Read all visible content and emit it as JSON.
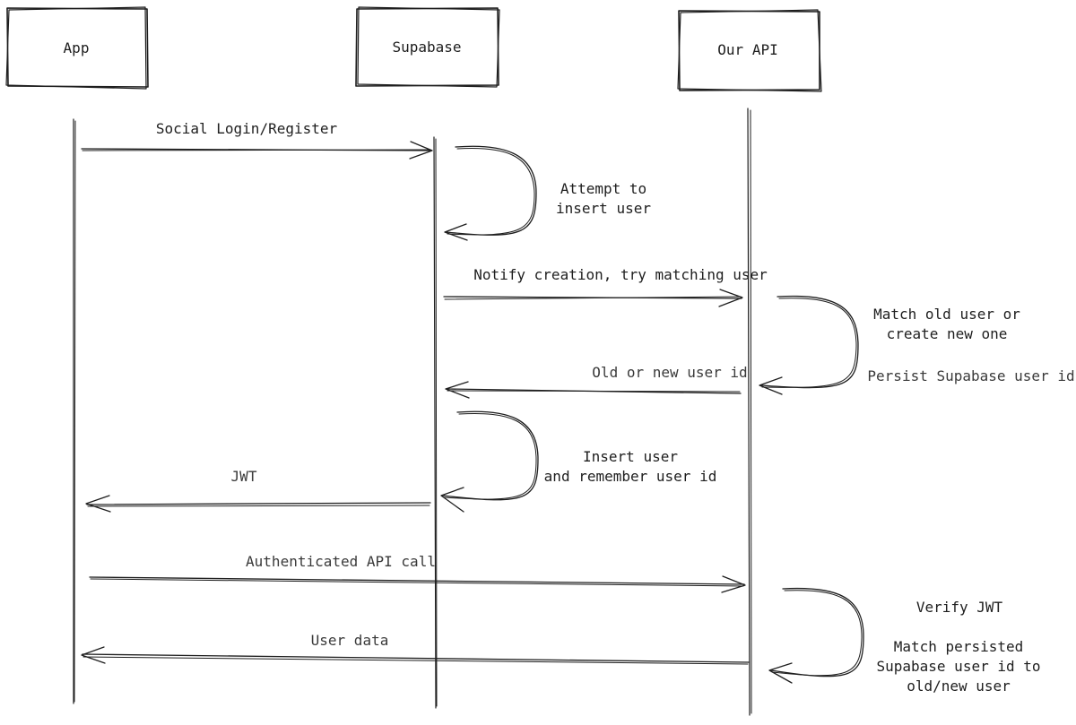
{
  "participants": {
    "app": "App",
    "supabase": "Supabase",
    "api": "Our API"
  },
  "messages": {
    "social_login": "Social Login/Register",
    "notify": "Notify creation, try matching user",
    "old_or_new": "Old or new user id",
    "jwt": "JWT",
    "auth_call": "Authenticated API call",
    "user_data": "User data"
  },
  "notes": {
    "attempt": [
      "Attempt to",
      "insert user"
    ],
    "match": [
      "Match old user or",
      "create new one"
    ],
    "persist": "Persist Supabase user id",
    "insert": [
      "Insert user",
      "and remember user id"
    ],
    "verify": "Verify JWT",
    "match_persisted": [
      "Match persisted",
      "Supabase user id to",
      "old/new user"
    ]
  },
  "colors": {
    "stroke": "#1e1e1e",
    "background": "#ffffff"
  }
}
